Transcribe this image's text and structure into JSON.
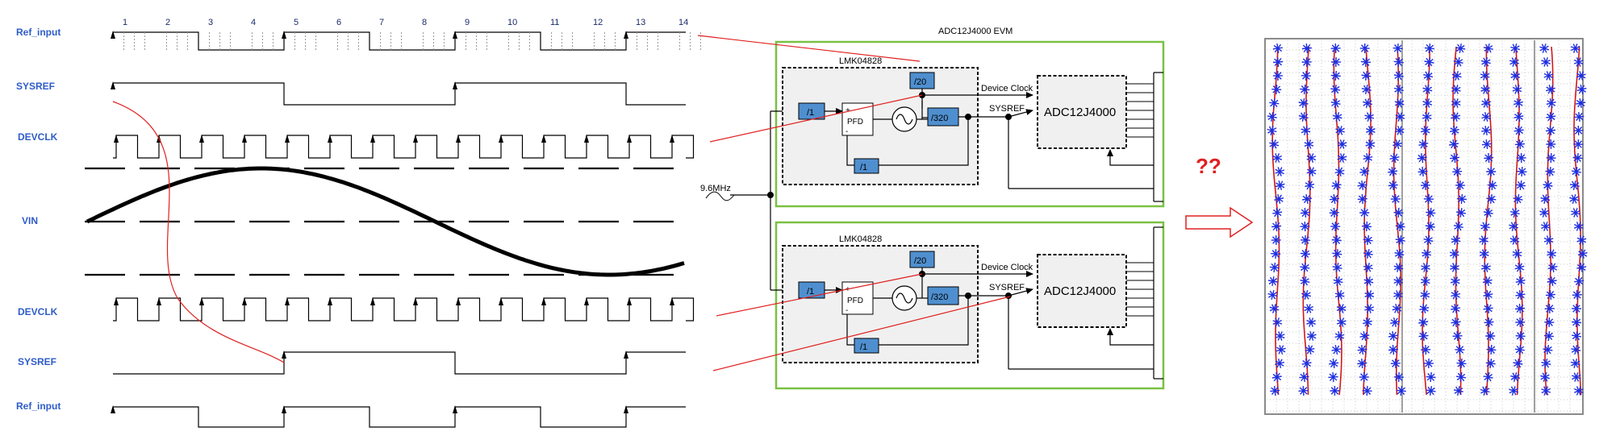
{
  "timing": {
    "signals": [
      "Ref_input",
      "SYSREF",
      "DEVCLK",
      "VIN",
      "DEVCLK",
      "SYSREF",
      "Ref_input"
    ],
    "ticks": [
      "1",
      "2",
      "3",
      "4",
      "5",
      "6",
      "7",
      "8",
      "9",
      "10",
      "11",
      "12",
      "13",
      "14"
    ]
  },
  "block": {
    "evm_title": "ADC12J4000 EVM",
    "pll_name": "LMK04828",
    "div_ref": "/1",
    "div_top": "/20",
    "div_mid": "/320",
    "div_fb": "/1",
    "pfd": "PFD",
    "plus": "+",
    "minus": "-",
    "device_clock": "Device Clock",
    "sysref": "SYSREF",
    "adc": "ADC12J4000",
    "input_freq": "9.6MHz"
  },
  "result": {
    "question": "??",
    "colors": {
      "red_line": "#d01818",
      "blue_star": "#1e2ee0"
    }
  },
  "colors": {
    "label_blue": "#2e5cc8",
    "evm_green": "#7ac143",
    "divider_blue": "#4f8fcf",
    "connector_red": "#e02020"
  }
}
